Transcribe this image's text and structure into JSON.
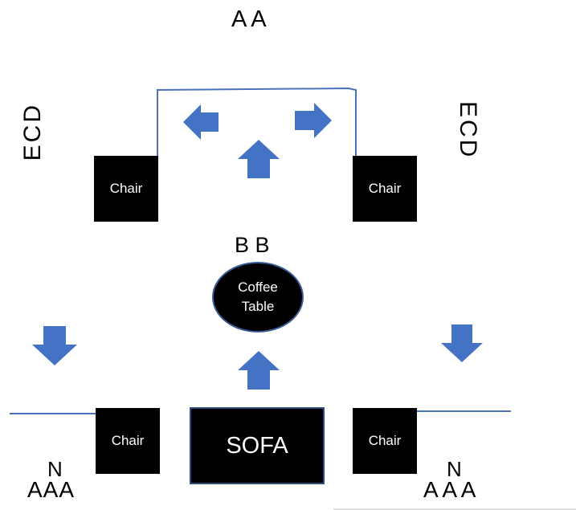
{
  "labels": {
    "top": "A A",
    "left_side": "ECD",
    "right_side": "ECD",
    "center": "B B",
    "bottom_left_n": "N",
    "bottom_left_row": "AAA",
    "bottom_right_n": "N",
    "bottom_right_row": "A A A"
  },
  "furniture": {
    "chair_top_left": "Chair",
    "chair_top_right": "Chair",
    "chair_bottom_left": "Chair",
    "chair_bottom_right": "Chair",
    "sofa": "SOFA",
    "coffee_table_line1": "Coffee",
    "coffee_table_line2": "Table"
  },
  "colors": {
    "arrow": "#4472c4",
    "line": "#4a72b8",
    "furniture": "#000000",
    "text_on_furniture": "#ffffff"
  }
}
